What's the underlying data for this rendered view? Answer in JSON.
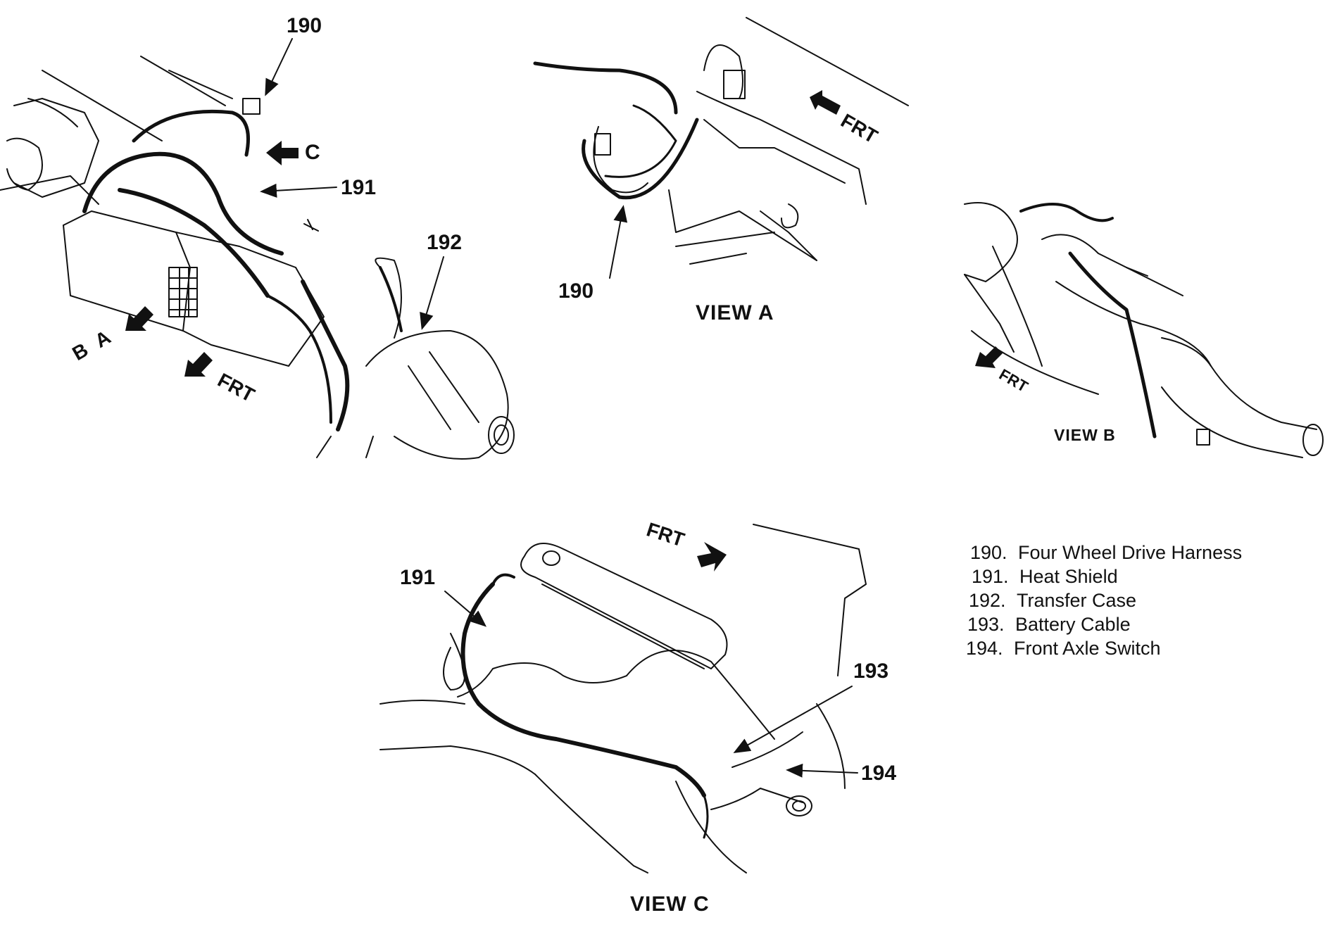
{
  "callouts": {
    "main_190": "190",
    "main_191": "191",
    "main_192": "192",
    "viewa_190": "190",
    "viewc_191": "191",
    "viewc_193": "193",
    "viewc_194": "194"
  },
  "arrows": {
    "main_c": "C",
    "main_b": "B",
    "main_a": "A",
    "main_frt": "FRT",
    "viewa_frt": "FRT",
    "viewb_frt": "FRT",
    "viewc_frt": "FRT"
  },
  "views": {
    "a": "VIEW A",
    "b": "VIEW B",
    "c": "VIEW C"
  },
  "legend": [
    {
      "num": "190.",
      "text": "Four Wheel Drive Harness"
    },
    {
      "num": "191.",
      "text": "Heat Shield"
    },
    {
      "num": "192.",
      "text": "Transfer Case"
    },
    {
      "num": "193.",
      "text": "Battery Cable"
    },
    {
      "num": "194.",
      "text": "Front Axle Switch"
    }
  ],
  "colors": {
    "ink": "#111111",
    "paper": "#ffffff"
  }
}
